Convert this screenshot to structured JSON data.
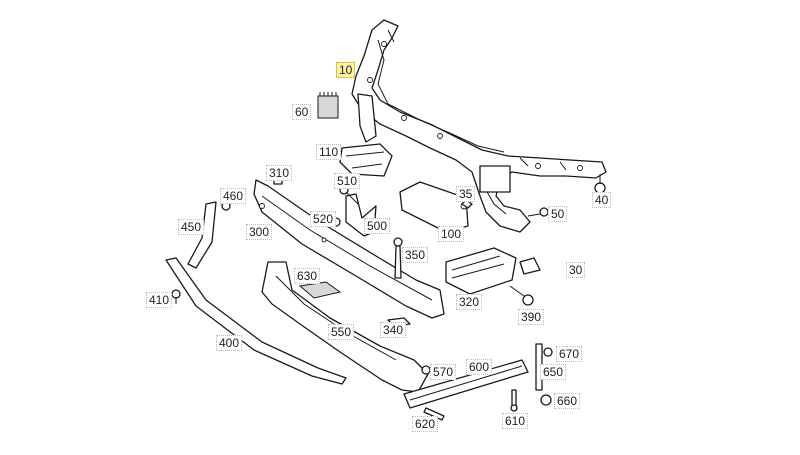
{
  "diagram": {
    "callouts": [
      {
        "id": "10",
        "label": "10"
      },
      {
        "id": "30",
        "label": "30"
      },
      {
        "id": "35",
        "label": "35"
      },
      {
        "id": "40",
        "label": "40"
      },
      {
        "id": "50",
        "label": "50"
      },
      {
        "id": "60",
        "label": "60"
      },
      {
        "id": "100",
        "label": "100"
      },
      {
        "id": "110",
        "label": "110"
      },
      {
        "id": "300",
        "label": "300"
      },
      {
        "id": "310",
        "label": "310"
      },
      {
        "id": "320",
        "label": "320"
      },
      {
        "id": "340",
        "label": "340"
      },
      {
        "id": "350",
        "label": "350"
      },
      {
        "id": "390",
        "label": "390"
      },
      {
        "id": "400",
        "label": "400"
      },
      {
        "id": "410",
        "label": "410"
      },
      {
        "id": "450",
        "label": "450"
      },
      {
        "id": "460",
        "label": "460"
      },
      {
        "id": "500",
        "label": "500"
      },
      {
        "id": "510",
        "label": "510"
      },
      {
        "id": "520",
        "label": "520"
      },
      {
        "id": "550",
        "label": "550"
      },
      {
        "id": "570",
        "label": "570"
      },
      {
        "id": "600",
        "label": "600"
      },
      {
        "id": "610",
        "label": "610"
      },
      {
        "id": "620",
        "label": "620"
      },
      {
        "id": "630",
        "label": "630"
      },
      {
        "id": "650",
        "label": "650"
      },
      {
        "id": "660",
        "label": "660"
      },
      {
        "id": "670",
        "label": "670"
      }
    ],
    "highlighted": "10"
  },
  "colors": {
    "highlight": "#fff3a0",
    "line": "#1a1a1a",
    "background": "#ffffff"
  }
}
